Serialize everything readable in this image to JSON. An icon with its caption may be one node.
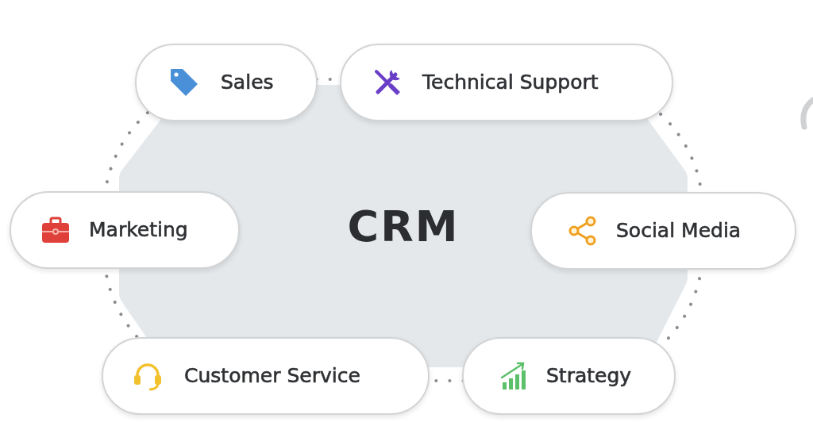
{
  "diagram": {
    "nodes": [
      {
        "text": [
          "Sales"
        ]
      },
      {
        "text": [
          "Technical Support"
        ]
      },
      {
        "text": [
          "Marketing"
        ]
      },
      {
        "text": [
          "CRM"
        ]
      },
      {
        "text": [
          "Social Media"
        ]
      },
      {
        "text": [
          "Customer Service"
        ]
      },
      {
        "text": [
          "Strategy"
        ]
      }
    ]
  }
}
